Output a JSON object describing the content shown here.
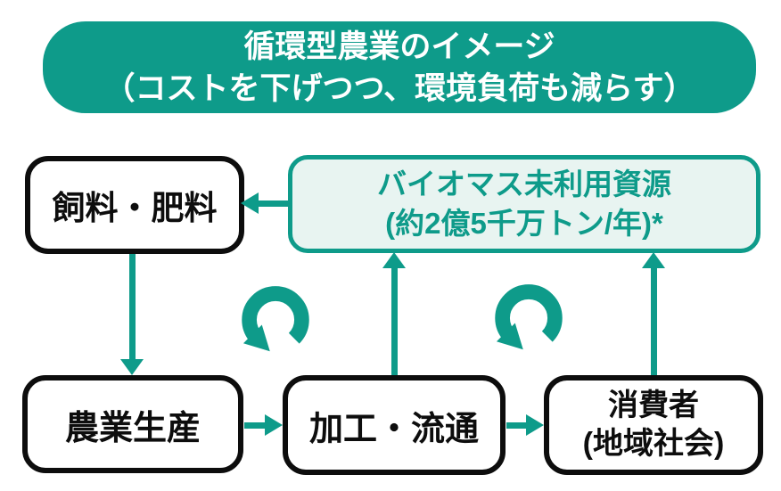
{
  "diagram": {
    "banner": {
      "line1": "循環型農業のイメージ",
      "line2": "（コストを下げつつ、環境負荷も減らす）"
    },
    "nodes": {
      "feed": {
        "label": "飼料・肥料"
      },
      "biomass": {
        "line1": "バイオマス未利用資源",
        "line2": "(約2億5千万トン/年)*"
      },
      "agriculture": {
        "label": "農業生産"
      },
      "processing": {
        "label": "加工・流通"
      },
      "consumer": {
        "line1": "消費者",
        "line2": "(地域社会)"
      }
    },
    "flows": [
      {
        "from": "biomass",
        "to": "feed"
      },
      {
        "from": "feed",
        "to": "agriculture"
      },
      {
        "from": "agriculture",
        "to": "processing"
      },
      {
        "from": "processing",
        "to": "consumer"
      },
      {
        "from": "processing",
        "to": "biomass"
      },
      {
        "from": "consumer",
        "to": "biomass"
      }
    ],
    "icons": {
      "recycle": "counterclockwise-circular-arrow-icon"
    },
    "colors": {
      "teal": "#0e9b8a",
      "biomass_background": "#e8f4f1",
      "node_border": "#0d0d0d",
      "banner_text": "#ffffff",
      "background": "#ffffff"
    }
  }
}
